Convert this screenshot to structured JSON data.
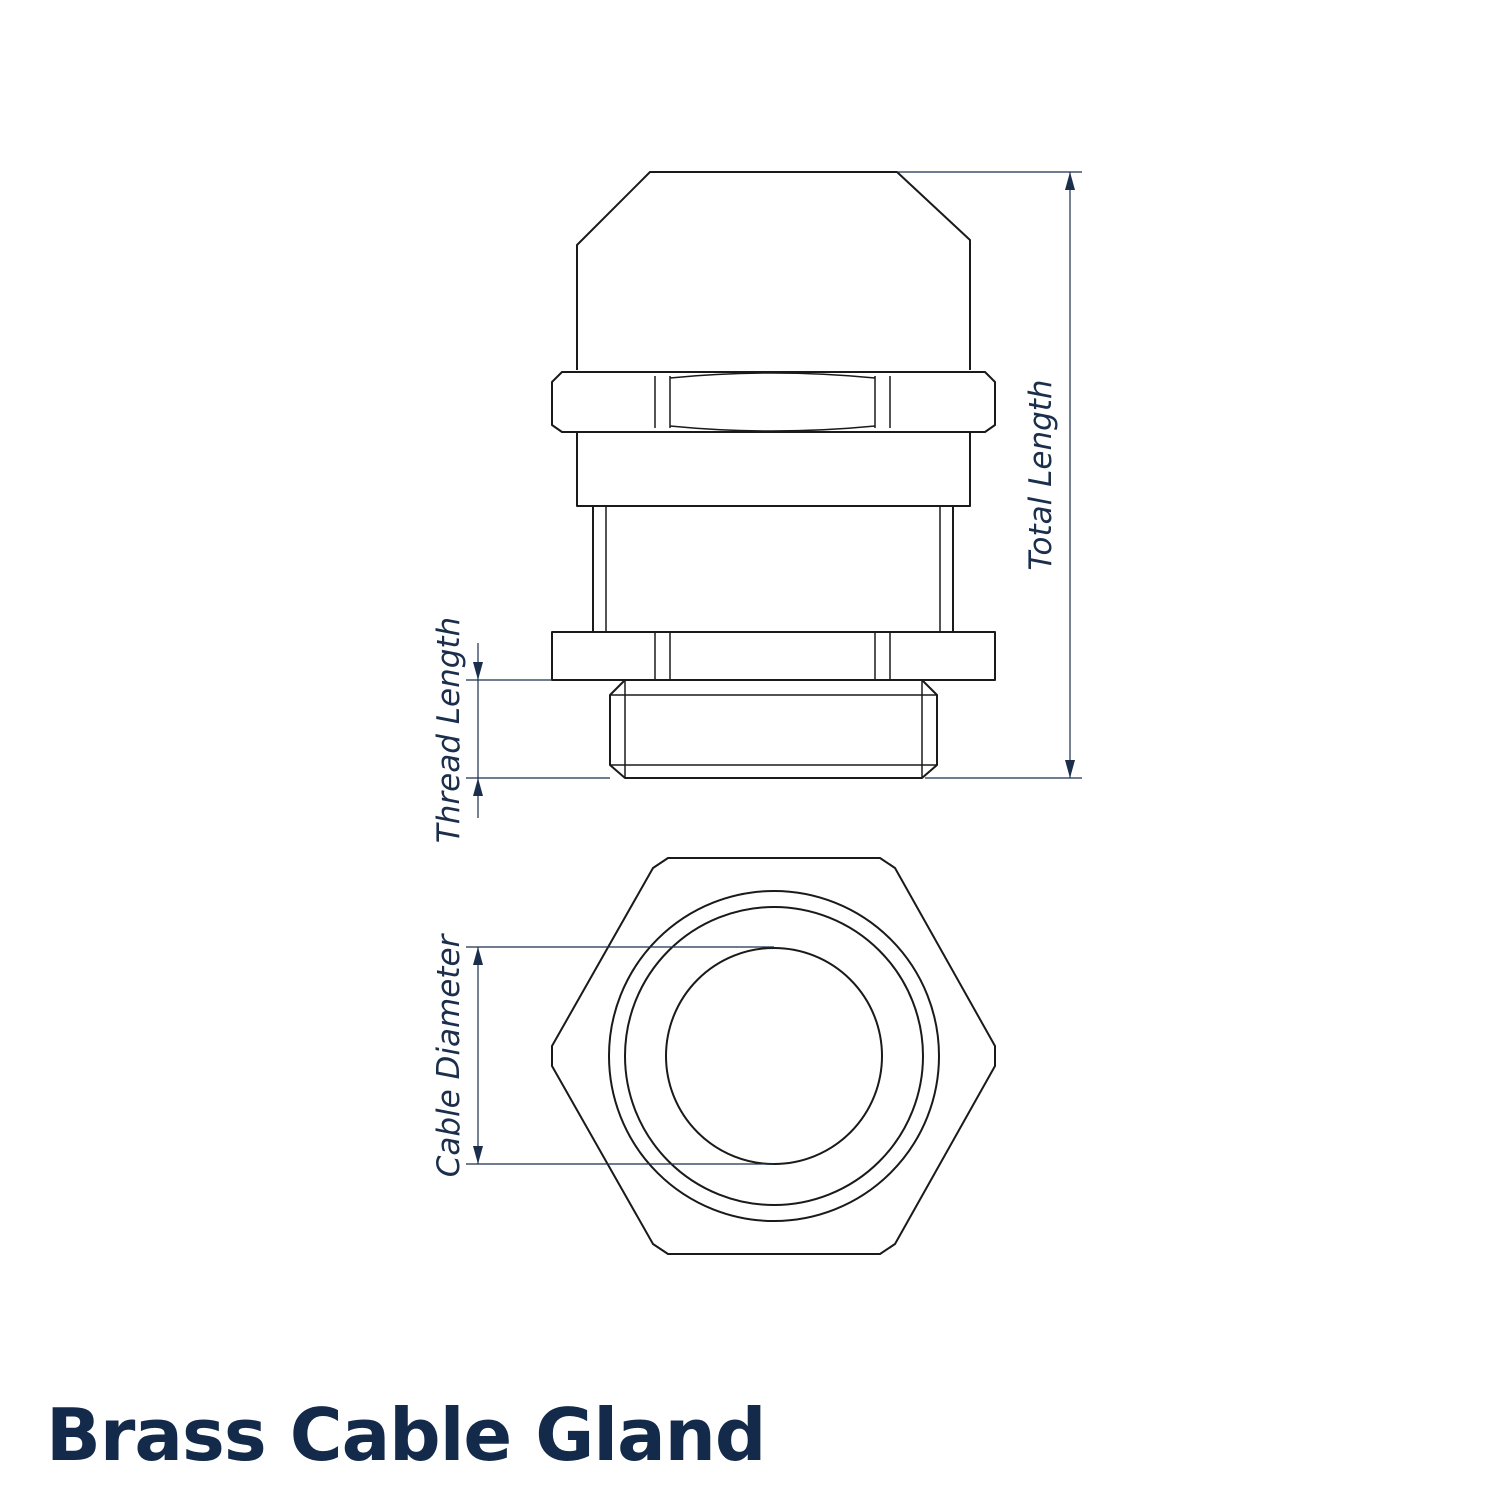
{
  "title": "Brass Cable Gland",
  "dimensions": {
    "total_length": "Total Length",
    "thread_length": "Thread Length",
    "cable_diameter": "Cable Diameter"
  },
  "colors": {
    "title": "#132a4a",
    "dimension": "#1b2f4d",
    "outline": "#1a1a1a",
    "background": "#ffffff"
  }
}
